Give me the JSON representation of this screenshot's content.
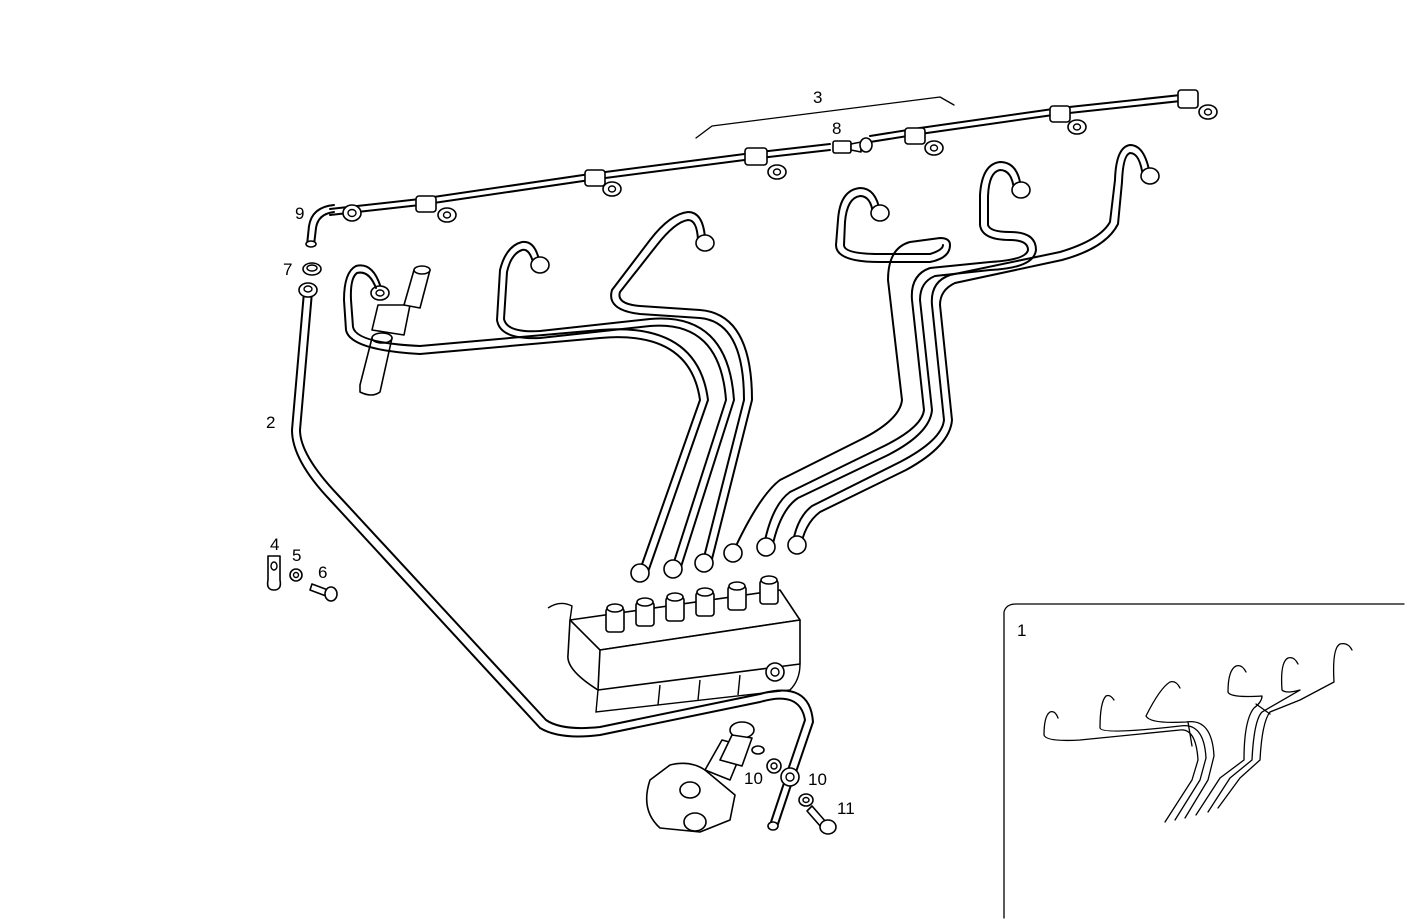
{
  "callouts": {
    "c1": "1",
    "c2": "2",
    "c3": "3",
    "c4": "4",
    "c5": "5",
    "c6": "6",
    "c7": "7",
    "c8": "8",
    "c9": "9",
    "c10a": "10",
    "c10b": "10",
    "c11": "11"
  },
  "colors": {
    "line": "#000000",
    "background": "#ffffff"
  }
}
